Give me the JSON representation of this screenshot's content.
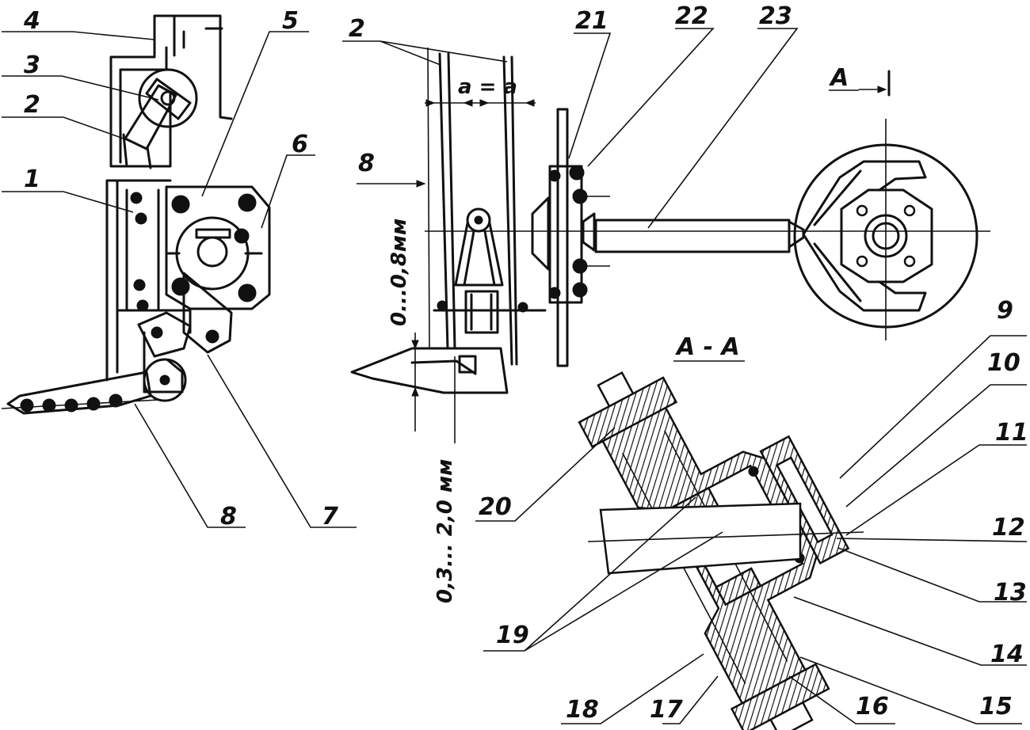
{
  "labels": {
    "l1": "1",
    "l2a": "2",
    "l2b": "2",
    "l3": "3",
    "l4": "4",
    "l5": "5",
    "l6": "6",
    "l7": "7",
    "l8a": "8",
    "l8b": "8",
    "l9": "9",
    "l10": "10",
    "l11": "11",
    "l12": "12",
    "l13": "13",
    "l14": "14",
    "l15": "15",
    "l16": "16",
    "l17": "17",
    "l18": "18",
    "l19": "19",
    "l20": "20",
    "l21": "21",
    "l22": "22",
    "l23": "23",
    "lA": "A"
  },
  "section_title": "A - A",
  "dimensions": {
    "gap": "a = a",
    "range_small": "0...0,8мм",
    "range_large": "0,3... 2,0 мм"
  }
}
